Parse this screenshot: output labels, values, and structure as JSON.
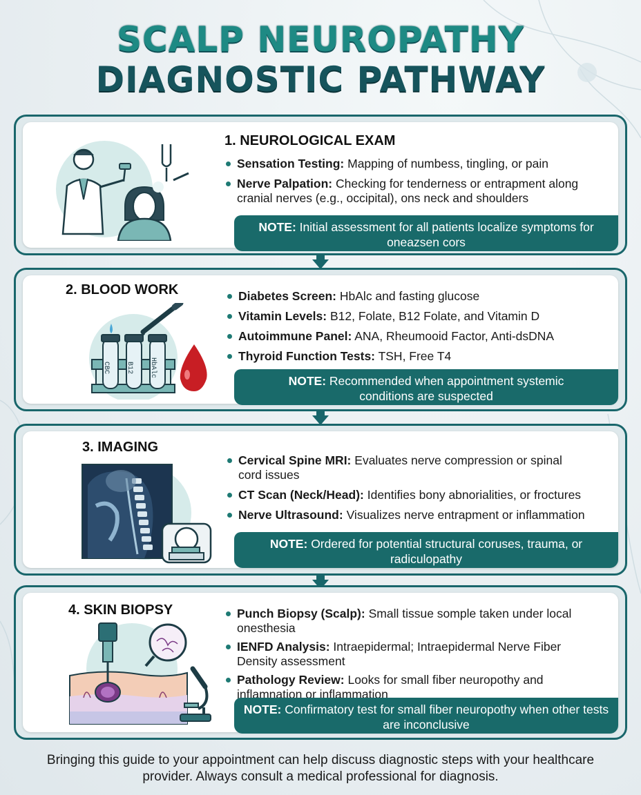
{
  "title": {
    "line1": "SCALP NEUROPATHY",
    "line2": "DIAGNOSTIC PATHWAY"
  },
  "steps": [
    {
      "title": "1. NEUROLOGICAL EXAM",
      "icon": "doctor-examining-patient-icon",
      "items": [
        {
          "label": "Sensation Testing:",
          "text": "Mapping of numbess, tingling, or pain"
        },
        {
          "label": "Nerve Palpation:",
          "text": "Checking for tenderness or entrapment along cranial nerves (e.g., occipital), ons neck and shoulders"
        }
      ],
      "note": {
        "label": "NOTE:",
        "text": "Initial assessment for all patients localize symptoms for oneazsen cors"
      }
    },
    {
      "title": "2. BLOOD WORK",
      "icon": "blood-test-tubes-icon",
      "tube_labels": [
        "CBC",
        "B12",
        "HbAlc"
      ],
      "items": [
        {
          "label": "Diabetes Screen:",
          "text": "HbAlc and fasting glucose"
        },
        {
          "label": "Vitamin Levels:",
          "text": "B12, Folate, B12 Folate, and Vitamin D"
        },
        {
          "label": "Autoimmune Panel:",
          "text": "ANA, Rheumooid Factor, Anti-dsDNA"
        },
        {
          "label": "Thyroid Function Tests:",
          "text": "TSH, Free T4"
        }
      ],
      "note": {
        "label": "NOTE:",
        "text": "Recommended when appointment systemic conditions are suspected"
      }
    },
    {
      "title": "3. IMAGING",
      "icon": "spine-mri-scan-icon",
      "items": [
        {
          "label": "Cervical Spine MRI:",
          "text": "Evaluates nerve compression or spinal cord issues"
        },
        {
          "label": "CT Scan (Neck/Head):",
          "text": "Identifies bony abnorialities, or froctures"
        },
        {
          "label": "Nerve Ultrasound:",
          "text": " Visualizes nerve entrapment or inflammation"
        }
      ],
      "note": {
        "label": "NOTE:",
        "text": "Ordered for potential structural coruses, trauma, or radiculopathy"
      }
    },
    {
      "title": "4. SKIN BIOPSY",
      "icon": "skin-biopsy-microscope-icon",
      "items": [
        {
          "label": "Punch Biopsy (Scalp):",
          "text": "Small tissue somple taken under local onesthesia"
        },
        {
          "label": "IENFD Analysis:",
          "text": "Intraepidermal;  Intraepidermal Nerve Fiber Density assessment"
        },
        {
          "label": "Pathology Review:",
          "text": " Looks for small fiber neuropothy and inflamnation or inflammation"
        }
      ],
      "note": {
        "label": "NOTE:",
        "text": "Confirmatory test for small fiber neuropothy when other tests are inconclusive"
      }
    }
  ],
  "footer": "Bringing this guide to your appointment can help discuss diagnostic steps with your healthcare provider. Always consult a medical professional for diagnosis.",
  "colors": {
    "accent": "#196a6a",
    "title_teal": "#1e8a84",
    "title_dark": "#16545c",
    "border": "#19666b"
  }
}
